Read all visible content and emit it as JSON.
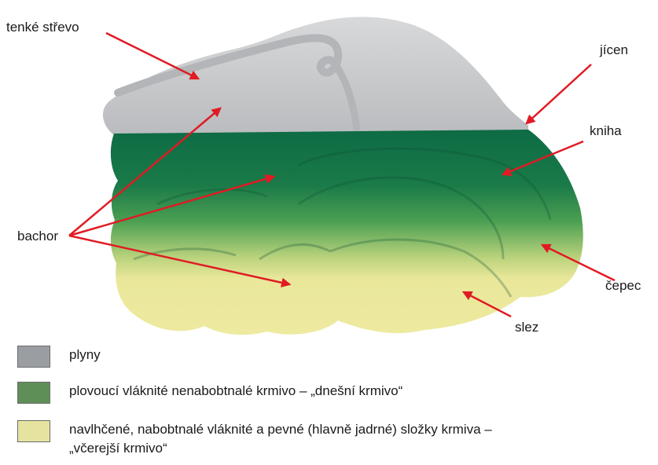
{
  "labels": {
    "tenke_strevo": "tenké střevo",
    "jicen": "jícen",
    "kniha": "kniha",
    "bachor": "bachor",
    "cepec": "čepec",
    "slez": "slez"
  },
  "legend": [
    {
      "color": "#9a9ea3",
      "text": "plyny"
    },
    {
      "color": "#5e8f57",
      "text": "plovoucí vláknité nenabobtnalé krmivo – „dnešní krmivo“"
    },
    {
      "color": "#e6e3a0",
      "text_line1": "navlhčené, nabobtnalé vláknité a pevné (hlavně jadrné) složky krmiva –",
      "text_line2": "„včerejší krmivo“"
    }
  ],
  "colors": {
    "gas": "#c9cacc",
    "green_dark": "#0f6e45",
    "green_mid": "#3c9a4e",
    "yellow": "#ece99a",
    "arrow": "#e01b24"
  }
}
